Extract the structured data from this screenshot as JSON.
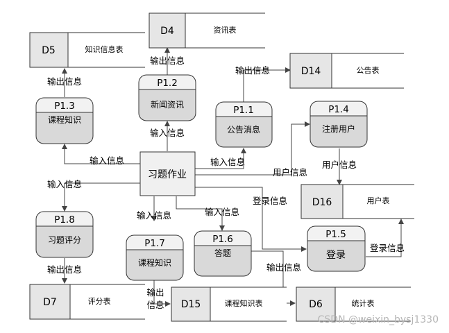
{
  "stores": {
    "d4": {
      "id": "D4",
      "name": "资讯表"
    },
    "d5": {
      "id": "D5",
      "name": "知识信息表"
    },
    "d14": {
      "id": "D14",
      "name": "公告表"
    },
    "d16": {
      "id": "D16",
      "name": "用户表"
    },
    "d7": {
      "id": "D7",
      "name": "评分表"
    },
    "d15": {
      "id": "D15",
      "name": "课程知识表"
    },
    "d6": {
      "id": "D6",
      "name": "统计表"
    }
  },
  "processes": {
    "p12": {
      "id": "P1.2",
      "name": "新闻资讯"
    },
    "p13": {
      "id": "P1.3",
      "name": "课程知识"
    },
    "p11": {
      "id": "P1.1",
      "name": "公告消息"
    },
    "p14": {
      "id": "P1.4",
      "name": "注册用户"
    },
    "p18": {
      "id": "P1.8",
      "name": "习题评分"
    },
    "p17": {
      "id": "P1.7",
      "name": "课程知识"
    },
    "p16": {
      "id": "P1.6",
      "name": "答题"
    },
    "p15": {
      "id": "P1.5",
      "name": "登录"
    }
  },
  "central": {
    "name": "习题作业"
  },
  "flows": {
    "out_d4": "输出信息",
    "out_d5": "输出信息",
    "out_d14": "输出信息",
    "in_p12": "输入信息",
    "in_p13": "输入信息",
    "in_p11": "输入信息",
    "user_info_p14": "用户信息",
    "user_info_d16": "用户信息",
    "in_p18": "输入信息",
    "login_info_p15": "登录信息",
    "in_p17": "输入信息",
    "in_p16": "输入信息",
    "out_d7": "输出信息",
    "login_info_d16": "登录信息",
    "out_d6": "输出信息",
    "out_d15_line1": "输出",
    "out_d15_line2": "信息"
  },
  "watermark": "CSDN @weixin_bysj1330"
}
